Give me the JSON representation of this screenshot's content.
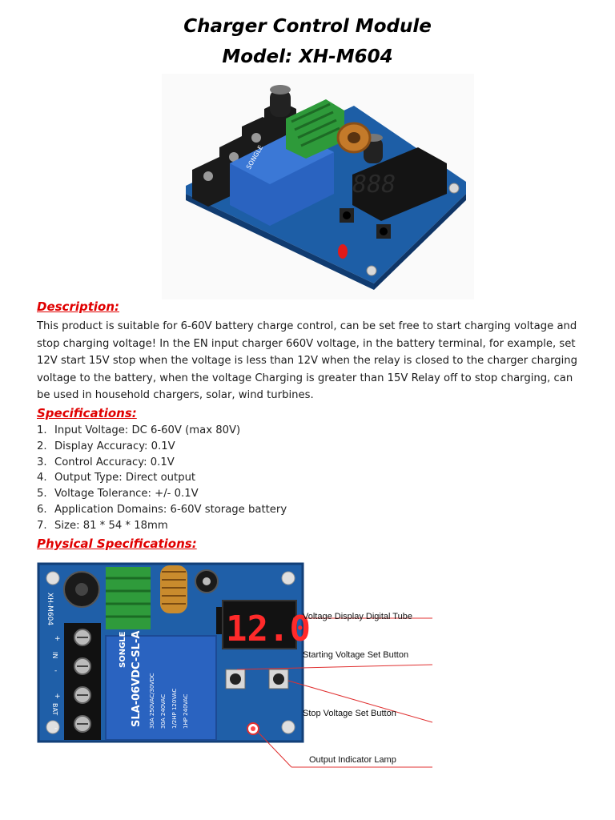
{
  "title_line1": "Charger Control Module",
  "title_line2": "Model: XH-M604",
  "description": {
    "heading": "Description:",
    "text": "This product is suitable for 6-60V battery charge control, can be set free to start charging voltage and stop charging voltage! In the EN input charger 660V voltage, in the battery terminal, for example, set 12V start 15V stop when the voltage is less than 12V when the relay is closed to the charger charging voltage to the battery, when the voltage Charging is greater than 15V Relay off to stop charging, can be used in household chargers, solar, wind turbines."
  },
  "specifications": {
    "heading": "Specifications:",
    "items": [
      {
        "num": "1.",
        "text": "Input Voltage: DC 6-60V (max 80V)"
      },
      {
        "num": "2.",
        "text": "Display Accuracy: 0.1V"
      },
      {
        "num": "3.",
        "text": "Control Accuracy: 0.1V"
      },
      {
        "num": "4.",
        "text": "Output Type: Direct output"
      },
      {
        "num": "5.",
        "text": "Voltage Tolerance: +/- 0.1V"
      },
      {
        "num": "6.",
        "text": "Application Domains: 6-60V storage battery"
      },
      {
        "num": "7.",
        "text": "Size: 81 * 54 * 18mm"
      }
    ]
  },
  "physical": {
    "heading": "Physical Specifications:",
    "display_digits": "12.0",
    "board_label": "XH-M604",
    "relay_brand": "SONGLE",
    "relay_model": "SLA-06VDC-SL-A",
    "relay_spec_1": "30A 250VAC/30VDC",
    "relay_spec_2": "30A 240VAC",
    "relay_spec_3": "1/2HP 120VAC",
    "relay_spec_4": "1HP 240VAC",
    "terminal_in_plus": "+",
    "terminal_in": "IN",
    "terminal_in_minus": "-",
    "terminal_bat_plus": "+",
    "terminal_bat": "BAT",
    "terminal_bat_minus": "-",
    "callouts": [
      "Voltage Display Digital Tube",
      "Starting Voltage Set Button",
      "Stop Voltage Set Button",
      "Output Indicator Lamp"
    ]
  },
  "colors": {
    "heading_red": "#e00000",
    "pcb_blue": "#1f5fa8",
    "relay_blue": "#2a63c0",
    "callout_line_red": "#e03030"
  }
}
